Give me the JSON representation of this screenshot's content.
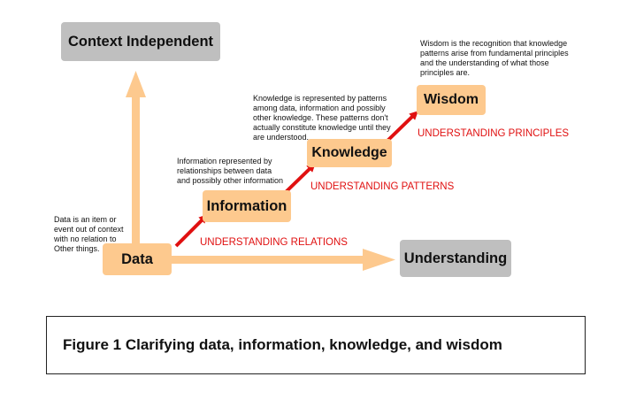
{
  "nodes": {
    "context_independent": "Context Independent",
    "data": "Data",
    "information": "Information",
    "knowledge": "Knowledge",
    "wisdom": "Wisdom",
    "understanding": "Understanding"
  },
  "descriptions": {
    "data": "Data is an item or\nevent out of context\nwith no relation to\nOther things.",
    "information": "Information represented by\nrelationships between data\nand possibly other information",
    "knowledge": "Knowledge is represented by patterns\namong data, information and possibly\nother knowledge. These patterns don't\nactually constitute knowledge until they\nare understood.",
    "wisdom": "Wisdom is the recognition that knowledge\npatterns arise from fundamental principles\nand the understanding of what those\nprinciples are."
  },
  "stage_labels": {
    "relations": "UNDERSTANDING RELATIONS",
    "patterns": "UNDERSTANDING PATTERNS",
    "principles": "UNDERSTANDING PRINCIPLES"
  },
  "caption": "Figure 1 Clarifying data, information, knowledge, and wisdom",
  "colors": {
    "node_fill": "#fdc98e",
    "gray_node_fill": "#bfbfbf",
    "axis_arrow": "#fdc98e",
    "progression_arrow": "#e01010",
    "stage_label": "#e01010"
  }
}
